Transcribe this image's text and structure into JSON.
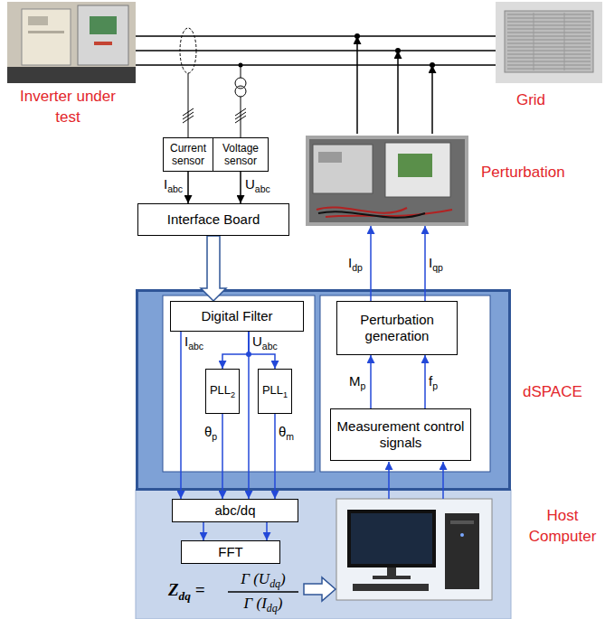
{
  "diagram": {
    "nodes": [
      {
        "text": [
          "Inverter under test"
        ]
      },
      {
        "text": [
          "Grid"
        ]
      },
      {
        "text": [
          "Current sensor"
        ]
      },
      {
        "text": [
          "Voltage sensor"
        ]
      },
      {
        "text": [
          "Perturbation"
        ]
      },
      {
        "text": [
          "Interface Board"
        ]
      },
      {
        "text": [
          "dSPACE"
        ]
      },
      {
        "text": [
          "Digital Filter"
        ],
        "in": 6
      },
      {
        "text": [
          "PLL2"
        ],
        "in": 6
      },
      {
        "text": [
          "PLL1"
        ],
        "in": 6
      },
      {
        "text": [
          "Perturbation generation"
        ],
        "in": 6
      },
      {
        "text": [
          "Measurement control signals"
        ],
        "in": 6
      },
      {
        "text": [
          "Host Computer"
        ]
      },
      {
        "text": [
          "abc/dq"
        ],
        "in": 12
      },
      {
        "text": [
          "FFT"
        ],
        "in": 12
      }
    ],
    "edges": [
      {
        "from": 0,
        "to": 1,
        "arrow": "none"
      },
      {
        "from": 0,
        "to": 1,
        "arrow": "none"
      },
      {
        "from": 0,
        "to": 1,
        "arrow": "none"
      },
      {
        "from": 2,
        "to": 5,
        "label": "Iabc",
        "arrow": "to"
      },
      {
        "from": 3,
        "to": 5,
        "label": "Uabc",
        "arrow": "to"
      },
      {
        "from": 5,
        "to": 7,
        "arrow": "to"
      },
      {
        "from": 7,
        "to": 13,
        "label": "Iabc",
        "arrow": "to"
      },
      {
        "from": 7,
        "to": 8,
        "arrow": "to"
      },
      {
        "from": 7,
        "to": 9,
        "arrow": "to"
      },
      {
        "from": 7,
        "to": 13,
        "label": "Uabc",
        "arrow": "to"
      },
      {
        "from": 8,
        "to": 13,
        "label": "θp",
        "arrow": "to"
      },
      {
        "from": 9,
        "to": 13,
        "label": "θm",
        "arrow": "to"
      },
      {
        "from": 13,
        "to": 14,
        "arrow": "to"
      },
      {
        "from": 13,
        "to": 14,
        "arrow": "to"
      },
      {
        "from": 11,
        "to": 10,
        "label": "Mp",
        "arrow": "to"
      },
      {
        "from": 11,
        "to": 10,
        "label": "fp",
        "arrow": "to"
      },
      {
        "from": 10,
        "to": 4,
        "label": "Idp",
        "arrow": "to"
      },
      {
        "from": 10,
        "to": 4,
        "label": "Iqp",
        "arrow": "to"
      }
    ],
    "labels": [
      "Zdq =",
      "Γ (Udq)",
      "Γ (Idq)"
    ]
  }
}
